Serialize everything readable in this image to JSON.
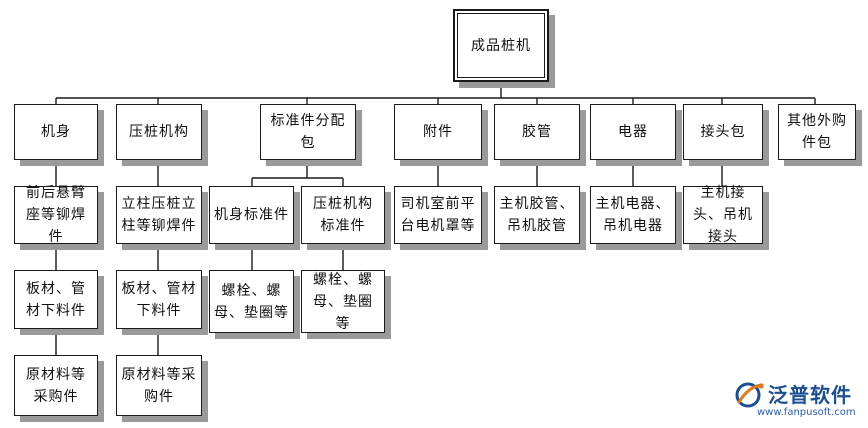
{
  "nodes": {
    "root": "成品桩机",
    "jishen": "机身",
    "yazhuang": "压桩机构",
    "biaozhun": "标准件分配包",
    "fujian": "附件",
    "jiaoguan": "胶管",
    "dianqi": "电器",
    "jietou": "接头包",
    "qita": "其他外购件包",
    "jishen_1": "前后悬臂座等铆焊件",
    "jishen_2": "板材、管材下料件",
    "jishen_3": "原材料等采购件",
    "yazhuang_1": "立柱压桩立柱等铆焊件",
    "yazhuang_2": "板材、管材下料件",
    "yazhuang_3": "原材料等采购件",
    "biaozhun_a": "机身标准件",
    "biaozhun_a1": "螺栓、螺母、垫圈等",
    "biaozhun_b": "压桩机构标准件",
    "biaozhun_b1": "螺栓、螺母、垫圈等",
    "fujian_1": "司机室前平台电机罩等",
    "jiaoguan_1": "主机胶管、吊机胶管",
    "dianqi_1": "主机电器、吊机电器",
    "jietou_1": "主机接头、吊机接头"
  },
  "logo": {
    "name": "泛普软件",
    "url": "www.fanpusoft.com",
    "colors": {
      "primary": "#1b4f93",
      "accent": "#e07b1a"
    }
  }
}
